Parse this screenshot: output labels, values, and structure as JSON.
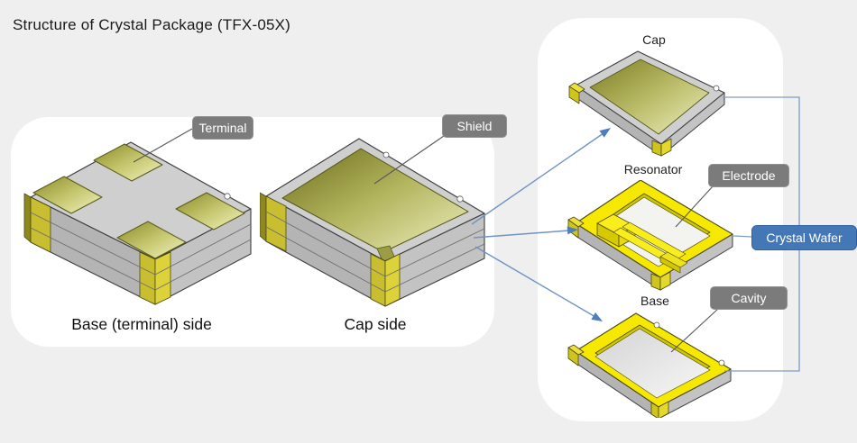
{
  "title": "Structure of Crystal Package (TFX-05X)",
  "assembled_views": {
    "base_side": {
      "caption": "Base (terminal) side",
      "callout": "Terminal"
    },
    "cap_side": {
      "caption": "Cap side",
      "callout": "Shield"
    }
  },
  "exploded_view": {
    "cap": {
      "label": "Cap"
    },
    "resonator": {
      "label": "Resonator",
      "electrode_callout": "Electrode",
      "crystal_wafer_callout": "Crystal Wafer"
    },
    "base": {
      "label": "Base",
      "cavity_callout": "Cavity"
    }
  },
  "colors": {
    "page_background": "#efefef",
    "panel_background": "#ffffff",
    "callout_gray": "#7b7b7b",
    "callout_blue": "#4377b5",
    "connector_blue": "#7d9cc8",
    "arrow_blue": "#4e7ec0",
    "ceramic_gray_top": "#cfcfcf",
    "ceramic_gray_side": "#b4b4b4",
    "shield_olive_dark": "#6d6d1a",
    "shield_olive_light": "#edefbe",
    "frame_yellow": "#f6e800",
    "castellation_olive": "#c9be30"
  }
}
